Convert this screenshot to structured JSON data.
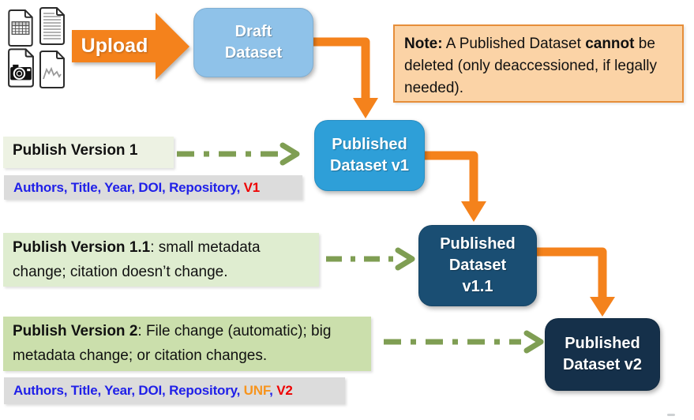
{
  "colors": {
    "orange": "#F4821C",
    "green_arrow": "#7F9E53",
    "note_bg": "#FBD3A6",
    "note_border": "#E68E3A",
    "draft_box": "#8FC2E9",
    "v1_box": "#2E9FD8",
    "v11_box": "#1A4E73",
    "v2_box": "#15304A",
    "label1_bg": "#EDF2E3",
    "label2_bg": "#DFEDD0",
    "label3_bg": "#CBDFAC",
    "gray_bar_bg": "#DCDCDC",
    "cite_blue": "#2020E8",
    "cite_red": "#EE0000",
    "cite_orange": "#F7941D"
  },
  "upload": {
    "label": "Upload"
  },
  "file_icons": {
    "items": [
      "spreadsheet-file-icon",
      "text-file-icon",
      "image-file-icon",
      "chart-file-icon"
    ]
  },
  "boxes": {
    "draft": {
      "lines": [
        "Draft",
        "Dataset"
      ]
    },
    "v1": {
      "lines": [
        "Published",
        "Dataset v1"
      ]
    },
    "v11": {
      "lines": [
        "Published",
        "Dataset",
        "v1.1"
      ]
    },
    "v2": {
      "lines": [
        "Published",
        "Dataset v2"
      ]
    }
  },
  "note": {
    "segments": [
      {
        "t": "Note:",
        "b": true
      },
      {
        "t": " A Published Dataset ",
        "b": false
      },
      {
        "t": "cannot",
        "b": true
      },
      {
        "t": " be deleted (only deaccessioned, if legally needed).",
        "b": false
      }
    ]
  },
  "publish_labels": {
    "v1": {
      "bold": "Publish Version 1",
      "rest": ""
    },
    "v11": {
      "bold": "Publish Version 1.1",
      "rest": ": small metadata change; citation doesn’t change."
    },
    "v2": {
      "bold": "Publish Version 2",
      "rest": ": File change (automatic); big metadata change; or citation changes."
    }
  },
  "citations": {
    "v1": {
      "segments": [
        {
          "t": "Authors, Title, Year, DOI, Repository, ",
          "c": "blue"
        },
        {
          "t": "V1",
          "c": "red"
        }
      ]
    },
    "v2": {
      "segments": [
        {
          "t": "Authors, Title, Year, DOI, Repository, ",
          "c": "blue"
        },
        {
          "t": "UNF",
          "c": "orange"
        },
        {
          "t": ", ",
          "c": "blue"
        },
        {
          "t": "V2",
          "c": "red"
        }
      ]
    }
  }
}
